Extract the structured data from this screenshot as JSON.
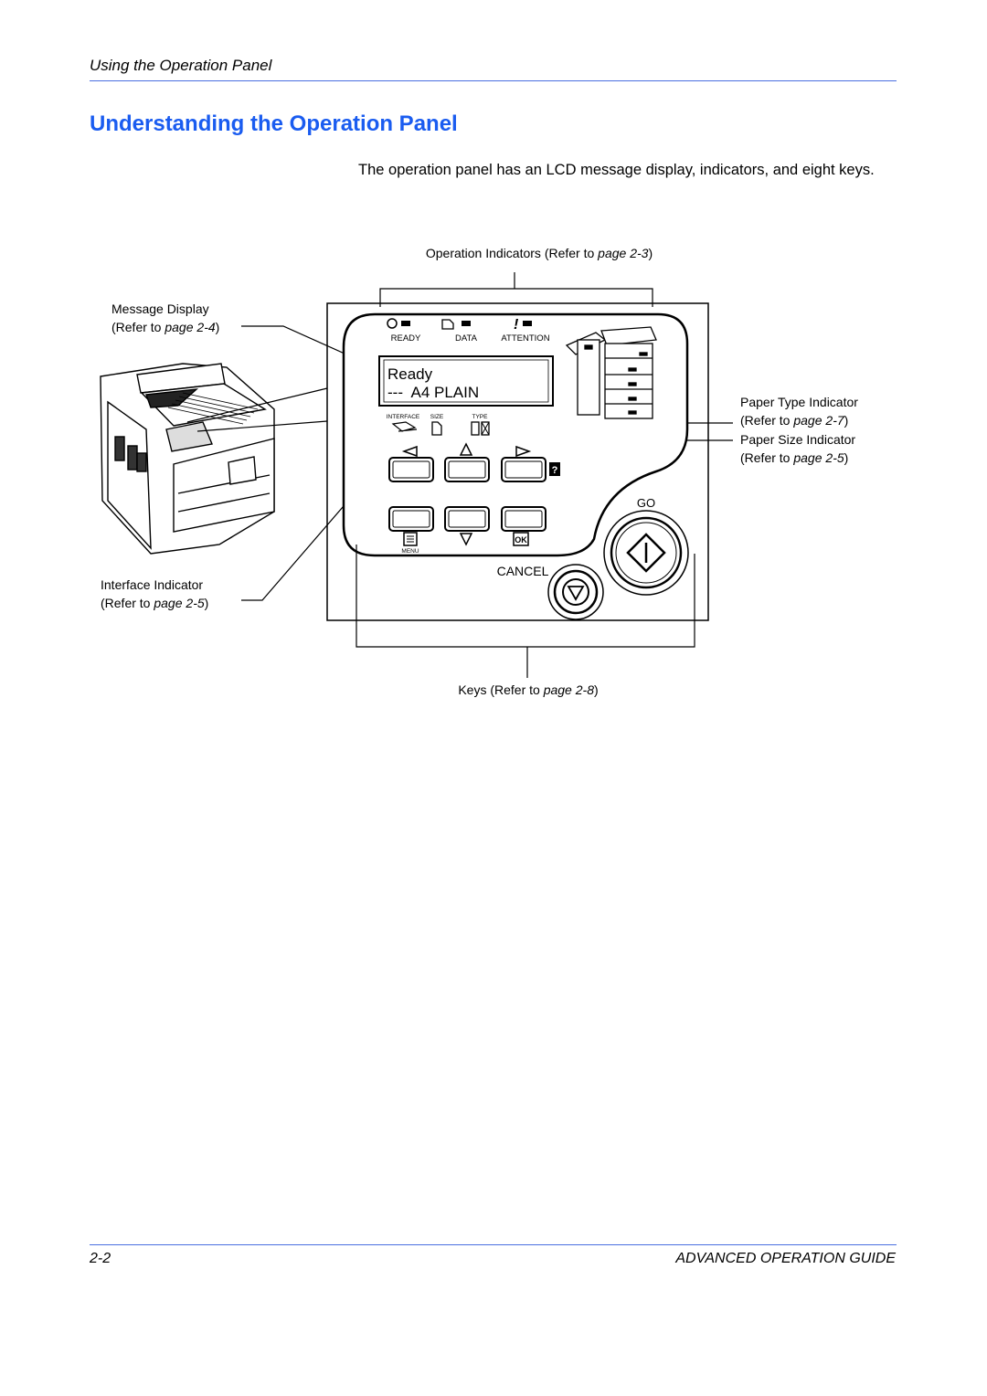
{
  "header": {
    "section": "Using the Operation Panel"
  },
  "title": "Understanding the Operation Panel",
  "intro": "The operation panel has an LCD message display, indicators, and eight keys.",
  "callouts": {
    "operation_indicators": {
      "label": "Operation Indicators (Refer to ",
      "page_word": "page",
      "page_num": "2-3",
      "close": ")"
    },
    "message_display": {
      "line1": "Message Display",
      "refer": "(Refer to ",
      "page_word": "page",
      "page_num": "2-4",
      "close": ")"
    },
    "interface_indicator": {
      "line1": "Interface Indicator",
      "refer": "(Refer to ",
      "page_word": "page",
      "page_num": "2-5",
      "close": ")"
    },
    "paper_type": {
      "line1": "Paper Type Indicator",
      "refer": "(Refer to ",
      "page_word": "page",
      "page_num": "2-7",
      "close": ")"
    },
    "paper_size": {
      "line1": "Paper Size Indicator",
      "refer": "(Refer to ",
      "page_word": "page",
      "page_num": "2-5",
      "close": ")"
    },
    "keys": {
      "label": "Keys (Refer to ",
      "page_word": "page",
      "page_num": "2-8",
      "close": ")"
    }
  },
  "panel": {
    "indicators": {
      "ready": "READY",
      "data": "DATA",
      "attention": "ATTENTION"
    },
    "lcd": {
      "line1": "Ready",
      "line2": "---  A4 PLAIN"
    },
    "small_indicators": {
      "interface": "INTERFACE",
      "size": "SIZE",
      "type": "TYPE"
    },
    "keys": {
      "menu": "MENU",
      "ok": "OK",
      "help": "?",
      "go": "GO",
      "cancel": "CANCEL"
    }
  },
  "footer": {
    "page": "2-2",
    "guide": "ADVANCED OPERATION GUIDE"
  },
  "colors": {
    "accent": "#1a5cf0",
    "rule": "#4a6fe0"
  }
}
